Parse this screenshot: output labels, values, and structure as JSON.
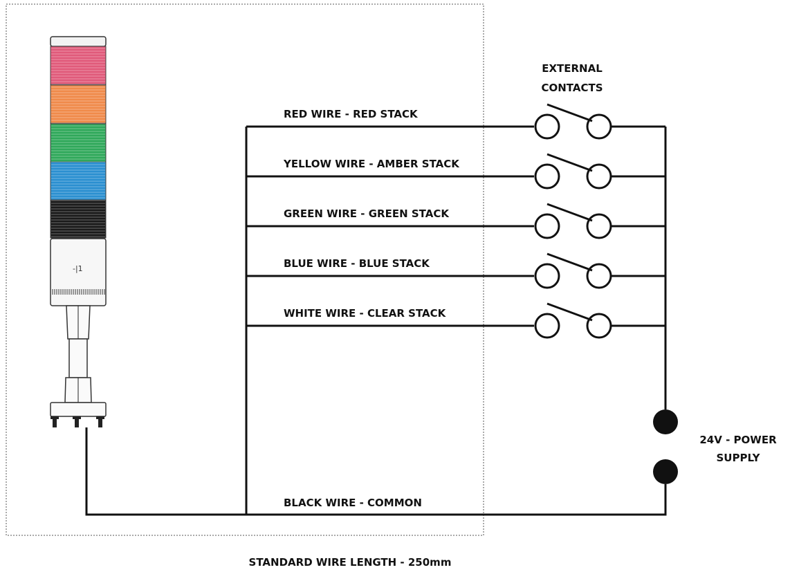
{
  "diagram": {
    "wires": [
      {
        "label": "RED WIRE - RED STACK"
      },
      {
        "label": "YELLOW WIRE - AMBER STACK"
      },
      {
        "label": "GREEN WIRE - GREEN STACK"
      },
      {
        "label": "BLUE WIRE - BLUE STACK"
      },
      {
        "label": "WHITE WIRE - CLEAR STACK"
      }
    ],
    "common_label": "BLACK WIRE - COMMON",
    "contacts_label": [
      "EXTERNAL",
      "CONTACTS"
    ],
    "power_label": [
      "24V - POWER",
      "SUPPLY"
    ],
    "footer": "STANDARD WIRE LENGTH - 250mm",
    "stack_colors": {
      "red": "#e05a7a",
      "amber": "#f08a4a",
      "green": "#2fa85a",
      "blue": "#2a8fd0",
      "black": "#1a1a1a",
      "clear": "#f4f4f4"
    }
  }
}
